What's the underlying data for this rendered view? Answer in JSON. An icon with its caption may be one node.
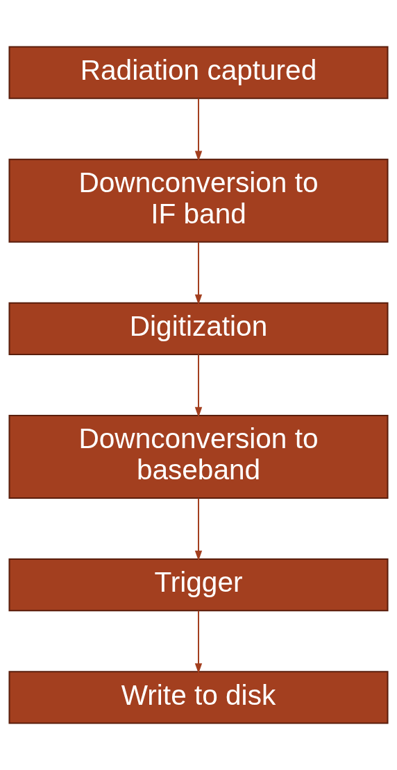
{
  "diagram": {
    "nodes": [
      {
        "text": [
          "Radiation captured"
        ]
      },
      {
        "text": [
          "Downconversion to IF band"
        ]
      },
      {
        "text": [
          "Digitization"
        ]
      },
      {
        "text": [
          "Downconversion to baseband"
        ]
      },
      {
        "text": [
          "Trigger"
        ]
      },
      {
        "text": [
          "Write to disk"
        ]
      }
    ],
    "edges": [
      {
        "from": 0,
        "to": 1,
        "arrow": "to"
      },
      {
        "from": 1,
        "to": 2,
        "arrow": "to"
      },
      {
        "from": 2,
        "to": 3,
        "arrow": "to"
      },
      {
        "from": 3,
        "to": 4,
        "arrow": "to"
      },
      {
        "from": 4,
        "to": 5,
        "arrow": "to"
      }
    ]
  }
}
